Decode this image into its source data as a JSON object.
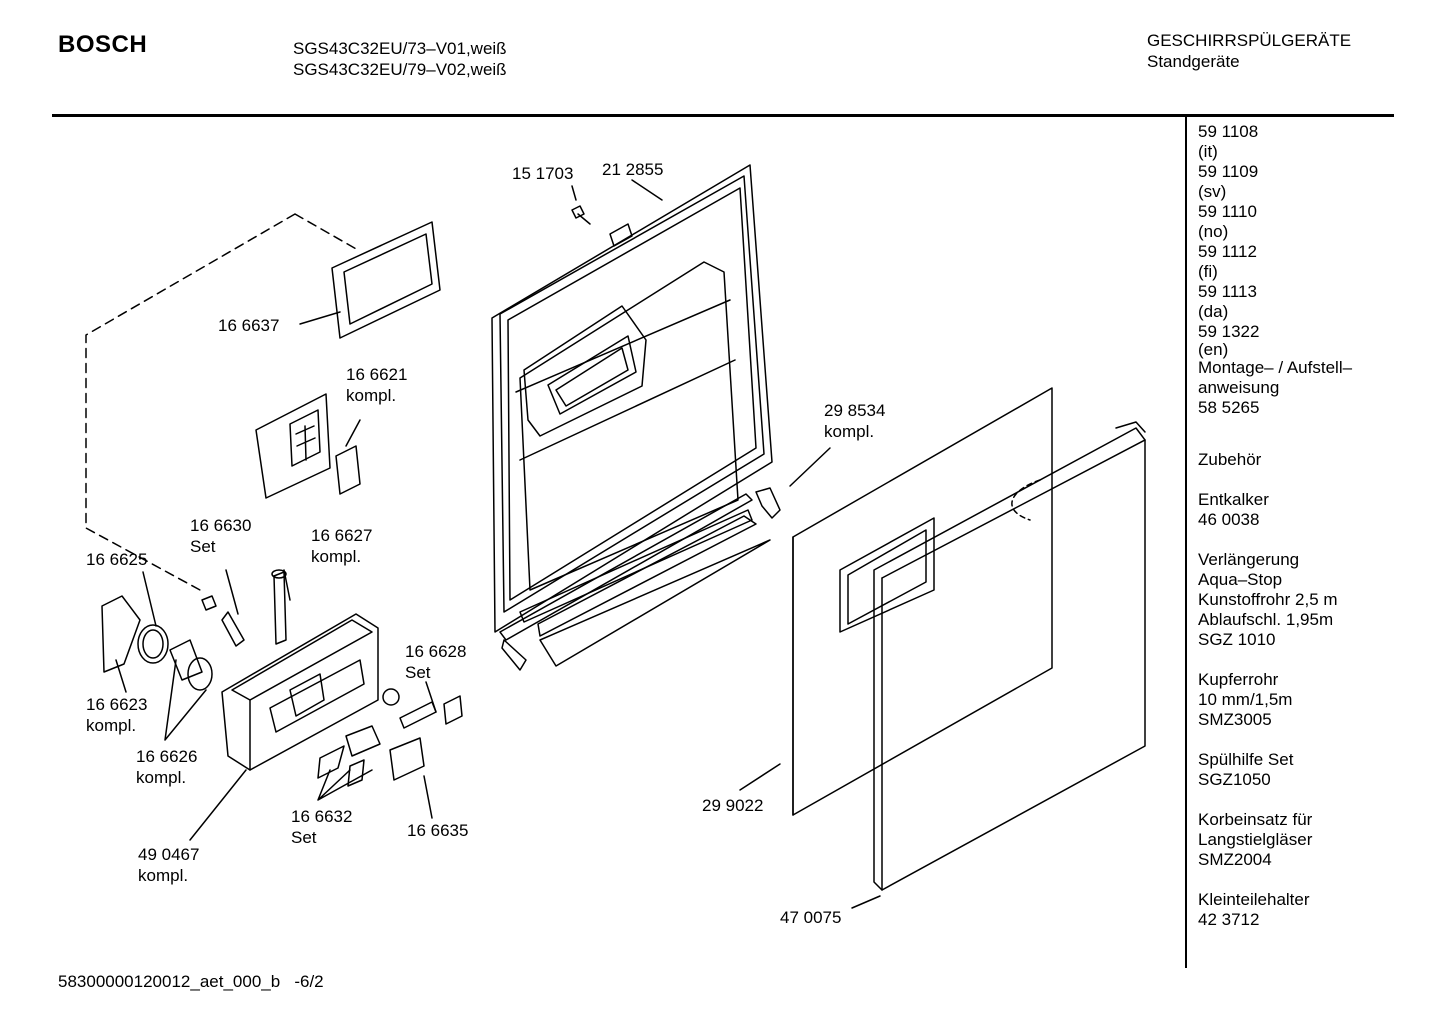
{
  "header": {
    "brand": "BOSCH",
    "models": [
      "SGS43C32EU/73–V01,weiß",
      "SGS43C32EU/79–V02,weiß"
    ],
    "category": [
      "GESCHIRRSPÜLGERÄTE",
      "Standgeräte"
    ]
  },
  "callouts": [
    {
      "id": "151703",
      "lines": [
        "15 1703"
      ]
    },
    {
      "id": "212855",
      "lines": [
        "21 2855"
      ]
    },
    {
      "id": "166637",
      "lines": [
        "16 6637"
      ]
    },
    {
      "id": "166621",
      "lines": [
        "16 6621",
        "kompl."
      ]
    },
    {
      "id": "298534",
      "lines": [
        "29 8534",
        "kompl."
      ]
    },
    {
      "id": "166630",
      "lines": [
        "16 6630",
        "Set"
      ]
    },
    {
      "id": "166627",
      "lines": [
        "16 6627",
        "kompl."
      ]
    },
    {
      "id": "166625",
      "lines": [
        "16 6625"
      ]
    },
    {
      "id": "166628",
      "lines": [
        "16 6628",
        "Set"
      ]
    },
    {
      "id": "166623",
      "lines": [
        "16 6623",
        "kompl."
      ]
    },
    {
      "id": "166626",
      "lines": [
        "16 6626",
        "kompl."
      ]
    },
    {
      "id": "299022",
      "lines": [
        "29 9022"
      ]
    },
    {
      "id": "166632",
      "lines": [
        "16 6632",
        "Set"
      ]
    },
    {
      "id": "166635",
      "lines": [
        "16 6635"
      ]
    },
    {
      "id": "490467",
      "lines": [
        "49 0467",
        "kompl."
      ]
    },
    {
      "id": "470075",
      "lines": [
        "47 0075"
      ]
    }
  ],
  "sidebar": {
    "groups": [
      [
        "59 1108",
        "(it)",
        "59 1109",
        "(sv)",
        "59 1110",
        "(no)",
        "59 1112",
        "(fi)",
        "59 1113",
        "(da)",
        "59 1322",
        "(en)",
        "Montage– / Aufstell–",
        "anweisung",
        "58 5265"
      ],
      [
        "Zubehör"
      ],
      [
        "Entkalker",
        "46 0038"
      ],
      [
        "Verlängerung",
        "Aqua–Stop",
        "Kunstoffrohr 2,5 m",
        "Ablaufschl. 1,95m",
        "SGZ 1010"
      ],
      [
        "Kupferrohr",
        "10 mm/1,5m",
        "SMZ3005"
      ],
      [
        "Spülhilfe Set",
        "SGZ1050"
      ],
      [
        "Korbeinsatz für",
        "Langstielgläser",
        "SMZ2004"
      ],
      [
        "Kleinteilehalter",
        "42 3712"
      ]
    ]
  },
  "footer": {
    "ref": "58300000120012_aet_000_b   -6/2"
  }
}
